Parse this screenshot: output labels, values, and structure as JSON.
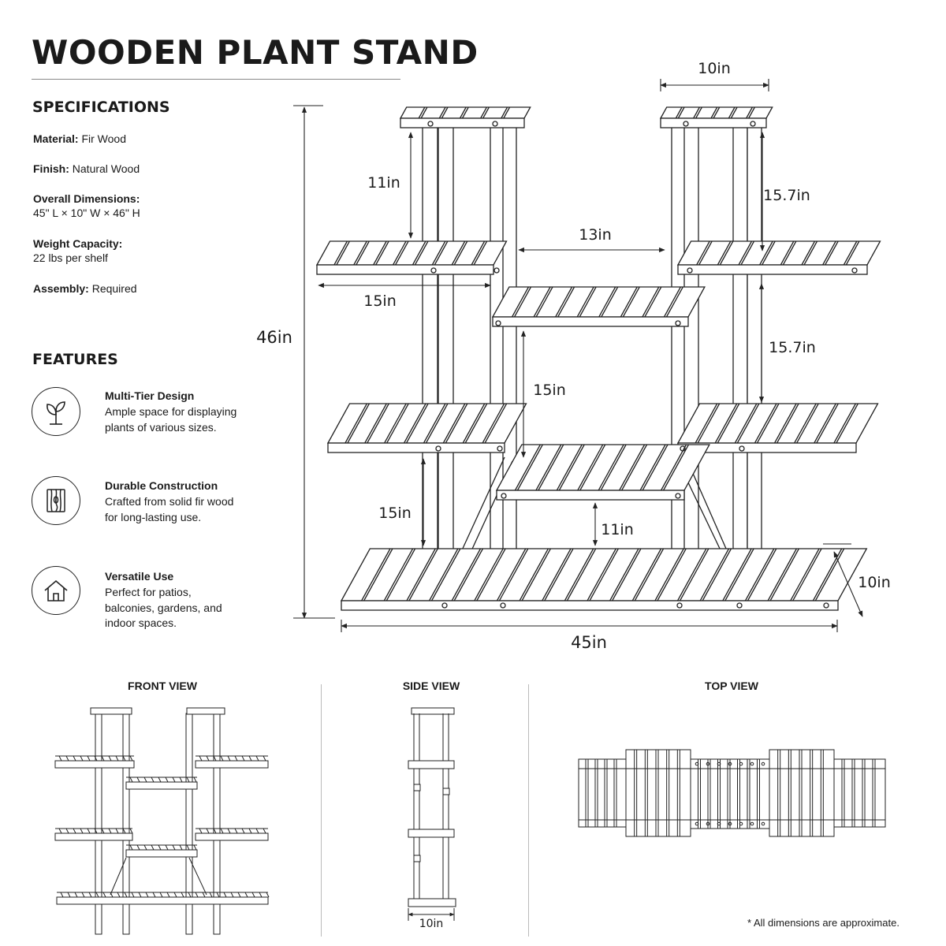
{
  "title": "WOODEN PLANT STAND",
  "specifications": {
    "heading": "SPECIFICATIONS",
    "material_label": "Material:",
    "material_value": "Fir Wood",
    "finish_label": "Finish:",
    "finish_value": "Natural Wood",
    "dimensions_label": "Overall Dimensions:",
    "dimensions_value": "45\" L × 10\" W × 46\" H",
    "weight_label": "Weight Capacity:",
    "weight_value": "22 lbs per shelf",
    "assembly_label": "Assembly:",
    "assembly_value": "Required"
  },
  "features": {
    "heading": "FEATURES",
    "items": [
      {
        "title": "Multi-Tier Design",
        "desc": "Ample space for displaying plants of various sizes.",
        "icon": "leaf-icon"
      },
      {
        "title": "Durable Construction",
        "desc": "Crafted from solid fir wood for long-lasting use.",
        "icon": "wood-grain-icon"
      },
      {
        "title": "Versatile Use",
        "desc": "Perfect for patios, balconies, gardens, and indoor spaces.",
        "icon": "house-icon"
      }
    ]
  },
  "dimensions": {
    "top_width": "10in",
    "top_gap": "11in",
    "right_upper": "15.7in",
    "middle_gap": "13in",
    "left_shelf": "15in",
    "total_height": "46in",
    "right_middle": "15.7in",
    "center_upper": "15in",
    "left_lower": "15in",
    "center_lower": "11in",
    "depth": "10in",
    "total_length": "45in"
  },
  "views": {
    "front": "FRONT VIEW",
    "side": "SIDE VIEW",
    "side_dim": "10in",
    "top": "TOP VIEW"
  },
  "note": "* All dimensions are approximate."
}
